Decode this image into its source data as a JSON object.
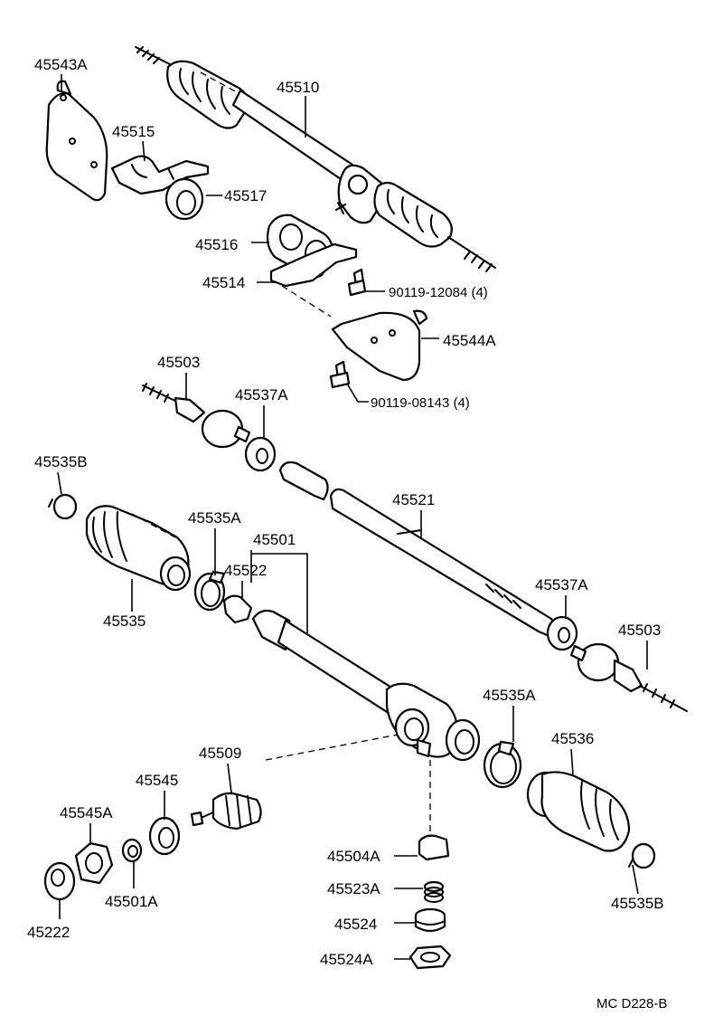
{
  "diagram": {
    "labels": {
      "p45543A": "45543A",
      "p45510": "45510",
      "p45515": "45515",
      "p45517": "45517",
      "p45516": "45516",
      "p45514": "45514",
      "bolt_a": "90119-12084 (4)",
      "p45544A": "45544A",
      "bolt_b": "90119-08143 (4)",
      "p45503_left": "45503",
      "p45537A_left": "45537A",
      "p45535B_left": "45535B",
      "p45521": "45521",
      "p45535A_left": "45535A",
      "p45501": "45501",
      "p45522": "45522",
      "p45535": "45535",
      "p45537A_right": "45537A",
      "p45503_right": "45503",
      "p45535A_right": "45535A",
      "p45509": "45509",
      "p45536": "45536",
      "p45545": "45545",
      "p45545A": "45545A",
      "p45504A": "45504A",
      "p45523A": "45523A",
      "p45524": "45524",
      "p45501A": "45501A",
      "p45222": "45222",
      "p45535B_right": "45535B",
      "p45524A": "45524A"
    },
    "footer_code": "MC  D228-B"
  }
}
